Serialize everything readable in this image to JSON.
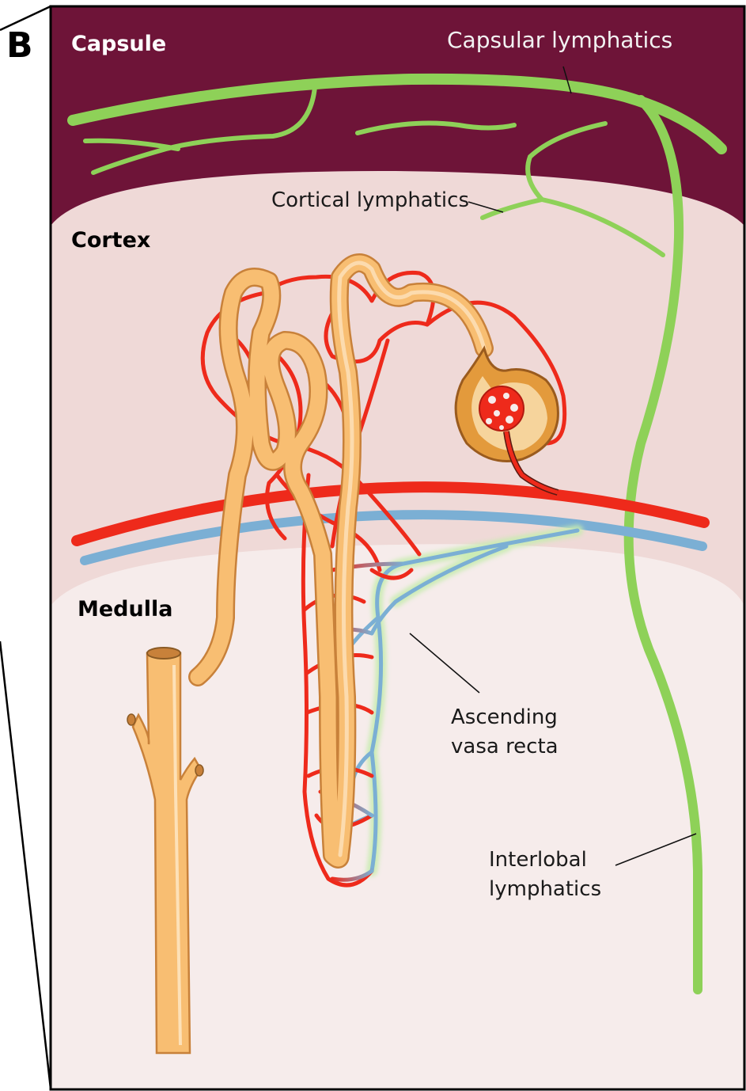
{
  "panel": {
    "letter": "B"
  },
  "regions": {
    "capsule": "Capsule",
    "cortex": "Cortex",
    "medulla": "Medulla"
  },
  "labels": {
    "capsular_lymphatics": "Capsular lymphatics",
    "cortical_lymphatics": "Cortical lymphatics",
    "ascending_vasa_recta_line1": "Ascending",
    "ascending_vasa_recta_line2": "vasa recta",
    "interlobal_lymphatics_line1": "Interlobal",
    "interlobal_lymphatics_line2": "lymphatics"
  },
  "colors": {
    "capsule": "#6e1438",
    "cortex": "#efd9d7",
    "medulla": "#f6eceb",
    "lymphatic": "#8ed158",
    "artery": "#ee2a1b",
    "vein": "#7bafd4",
    "tubule": "#f8be72",
    "tubule_highlight": "#fde1b8",
    "glomerulus": "#e39a3c"
  }
}
